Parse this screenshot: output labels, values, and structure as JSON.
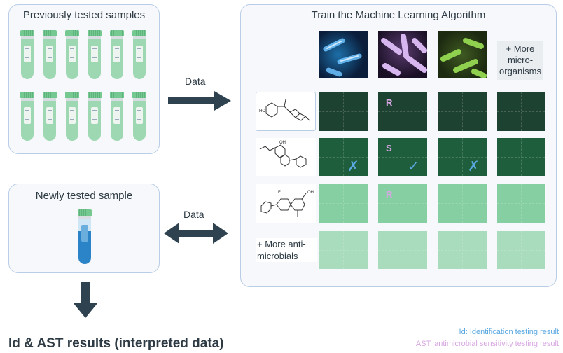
{
  "left_top": {
    "title": "Previously tested samples"
  },
  "left_bottom": {
    "title": "Newly tested sample"
  },
  "arrows": {
    "top_label": "Data",
    "middle_label": "Data"
  },
  "output": {
    "title": "Id & AST results (interpreted data)"
  },
  "right_panel": {
    "title": "Train the Machine Learning Algorithm",
    "more_microorganisms": "+ More micro-organisms",
    "more_antimicrobials": "+ More anti-microbials",
    "results": {
      "row1_col2": "R",
      "row2_col2": "S",
      "row3_col2": "R"
    },
    "marks": {
      "cross": "✗",
      "check": "✓"
    }
  },
  "legend": {
    "id": "Id: Identification testing result",
    "ast": "AST: antimicrobial sensitivity testing result"
  },
  "colors": {
    "panel_border": "#b9cde6",
    "tube_green": "#9ed8b2",
    "tube_blue": "#2b83c8",
    "grid_dark": "#1e4231",
    "grid_light": "#85cfa2",
    "id_color": "#5aa8e0",
    "ast_color": "#d8a6e3"
  }
}
